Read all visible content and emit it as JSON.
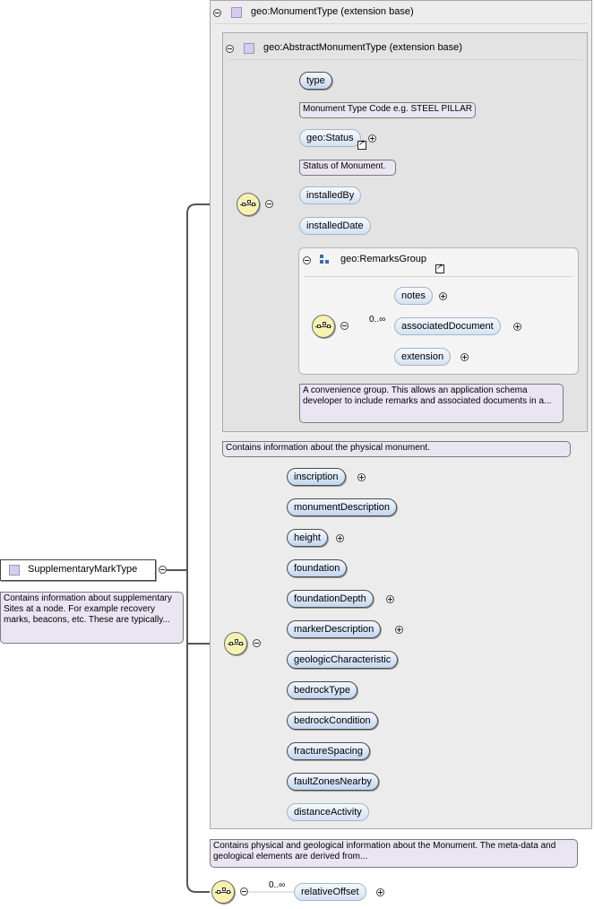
{
  "diagram": {
    "root": {
      "name": "SupplementaryMarkType",
      "note": "Contains information about supplementary Sites at a node. For example recovery marks, beacons, etc. These are typically..."
    },
    "monument_type": {
      "title": "geo:MonumentType (extension base)",
      "note": "Contains physical and geological information about the Monument. The meta-data and geological elements are derived from..."
    },
    "abstract_monument_type": {
      "title": "geo:AbstractMonumentType (extension base)",
      "note": "Contains information about the physical monument.",
      "elements": [
        {
          "name": "type",
          "note": "Monument Type Code e.g. STEEL PILLAR"
        },
        {
          "name": "geo:Status",
          "note": "Status of Monument."
        },
        {
          "name": "installedBy"
        },
        {
          "name": "installedDate"
        }
      ]
    },
    "remarks_group": {
      "title": "geo:RemarksGroup",
      "cardinality": "0..∞",
      "note": "A convenience group. This allows an application schema developer to include remarks and associated documents in a...",
      "elements": [
        {
          "name": "notes"
        },
        {
          "name": "associatedDocument"
        },
        {
          "name": "extension"
        }
      ]
    },
    "monument_elements": [
      {
        "name": "inscription"
      },
      {
        "name": "monumentDescription"
      },
      {
        "name": "height"
      },
      {
        "name": "foundation"
      },
      {
        "name": "foundationDepth"
      },
      {
        "name": "markerDescription"
      },
      {
        "name": "geologicCharacteristic"
      },
      {
        "name": "bedrockType"
      },
      {
        "name": "bedrockCondition"
      },
      {
        "name": "fractureSpacing"
      },
      {
        "name": "faultZonesNearby"
      },
      {
        "name": "distanceActivity"
      }
    ],
    "relative_offset": {
      "cardinality": "0..∞",
      "name": "relativeOffset"
    }
  },
  "colors": {
    "element_fill": "#c2d5ef",
    "note_fill": "#e9e5f2",
    "sequence_fill": "#f7f2b2",
    "panel_fill": "#ececec"
  }
}
